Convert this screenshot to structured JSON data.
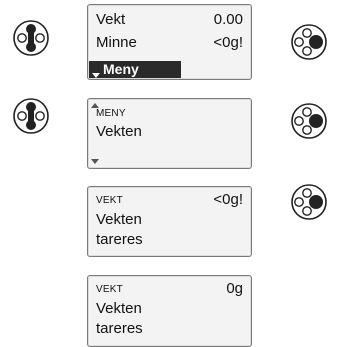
{
  "screen1": {
    "row1_label": "Vekt",
    "row1_value": "0.00",
    "row2_label": "Minne",
    "row2_value": "<0g!",
    "row3_highlight": "Meny"
  },
  "screen2": {
    "header": "MENY",
    "line1": "Vekten"
  },
  "screen3": {
    "header": "VEKT",
    "header_value": "<0g!",
    "line1": "Vekten",
    "line2": "tareres"
  },
  "screen4": {
    "header": "VEKT",
    "header_value": "0g",
    "line1": "Vekten",
    "line2": "tareres"
  },
  "icons": {
    "left_knob": "knob-neutral-icon",
    "right_knob": "knob-right-pressed-icon"
  }
}
